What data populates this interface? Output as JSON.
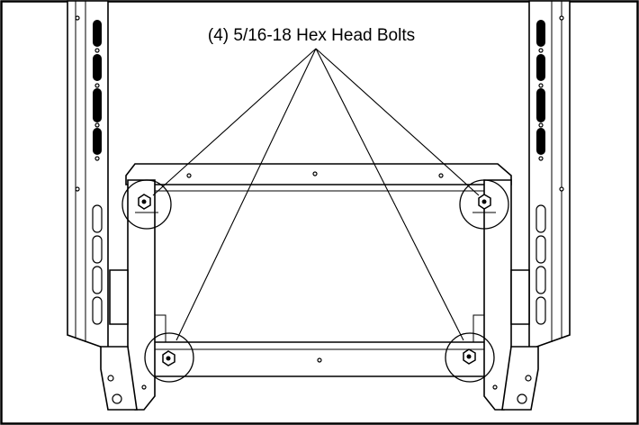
{
  "callout": {
    "label": "(4) 5/16-18 Hex Head Bolts"
  },
  "bolts": [
    {
      "position": "top-left"
    },
    {
      "position": "top-right"
    },
    {
      "position": "bottom-left"
    },
    {
      "position": "bottom-right"
    }
  ],
  "colors": {
    "line": "#000000",
    "background": "#ffffff"
  }
}
